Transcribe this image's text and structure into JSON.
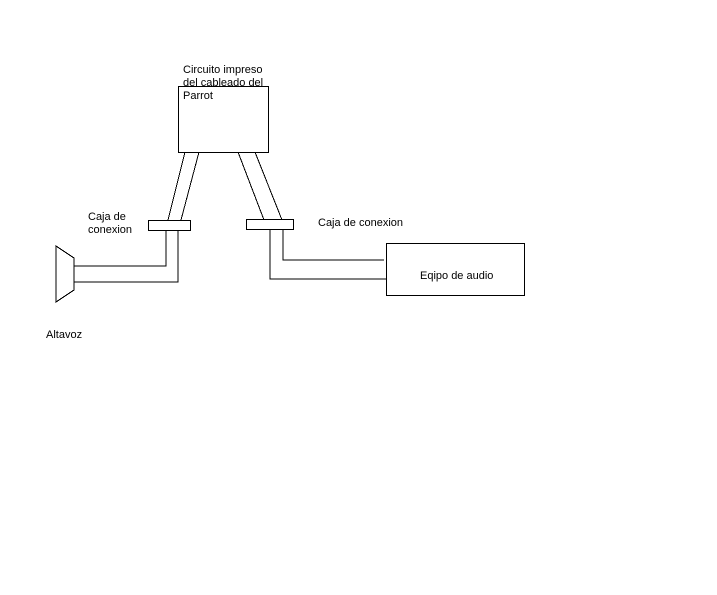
{
  "labels": {
    "circuit_board_line1": "Circuito impreso",
    "circuit_board_line2": "del cableado del",
    "circuit_board_line3": "Parrot",
    "junction_left_line1": "Caja de",
    "junction_left_line2": "conexion",
    "junction_right": "Caja de conexion",
    "audio_equipment": "Eqipo de audio",
    "speaker": "Altavoz"
  }
}
